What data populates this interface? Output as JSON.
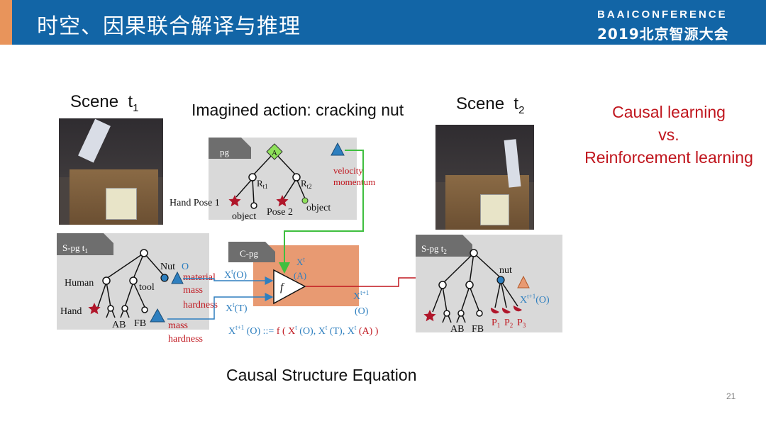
{
  "header": {
    "title": "时空、因果联合解译与推理",
    "logo_top": "BAAICONFERENCE",
    "logo_bottom": "2019北京智源大会"
  },
  "scene1": {
    "label": "Scene",
    "sub": "t",
    "subsub": "1"
  },
  "scene2": {
    "label": "Scene",
    "sub": "t",
    "subsub": "2"
  },
  "imagined_action": "Imagined action:  cracking nut",
  "pg": {
    "tag": "pg",
    "node_a": "A",
    "r1": "R",
    "r1_sub": "t1",
    "r2": "R",
    "r2_sub": "t2",
    "hand_pose1": "Hand Pose 1",
    "object1": "object",
    "pose2": "Pose 2",
    "object2": "object",
    "velocity": "velocity",
    "momentum": "momentum"
  },
  "spg1": {
    "tag": "S-pg t",
    "tag_sub": "1",
    "nut": "Nut",
    "nut_o": "O",
    "human": "Human",
    "tool": "tool",
    "hand": "Hand",
    "ab": "AB",
    "fb": "FB",
    "material": "material",
    "mass": "mass",
    "hardness": "hardness",
    "mass2": "mass",
    "hardness2": "hardness"
  },
  "cpg": {
    "tag": "C-pg",
    "xo": "X",
    "xo_sup": "t",
    "xo_arg": "(O)",
    "xt": "X",
    "xt_sup": "t",
    "xt_arg": "(T)",
    "xa": "X",
    "xa_sup": "t",
    "xa_arg": "(A)",
    "f": "f",
    "xout": "X",
    "xout_sup": "t+1",
    "xout_arg": "(O)"
  },
  "spg2": {
    "tag": "S-pg  t",
    "tag_sub": "2",
    "nut": "nut",
    "ab": "AB",
    "fb": "FB",
    "p1": "P",
    "p1_sub": "1",
    "p2": "P",
    "p2_sub": "2",
    "p3": "P",
    "p3_sub": "3",
    "xo": "X",
    "xo_sup": "t+1",
    "xo_arg": "(O)"
  },
  "equation": {
    "lhs": "X",
    "lhs_sup": "t+1",
    "lhs_arg": " (O) ::= ",
    "f": "f",
    "args": " ( X",
    "a1_sup": "t",
    "a1": " (O), X",
    "a2_sup": "t",
    "a2": " (T), X",
    "a3_sup": "t",
    "a3": " (A) )"
  },
  "caption": "Causal Structure Equation",
  "causal_lines": [
    "Causal learning",
    "vs.",
    "Reinforcement learning"
  ],
  "page_number": "21",
  "colors": {
    "header_bg": "#1265a6",
    "accent": "#e8945b",
    "red": "#c0161e",
    "blue": "#2e7fbf",
    "green": "#3fbf3f",
    "panel_gray": "#d9d9d9",
    "cpg_orange": "#e89a72"
  }
}
